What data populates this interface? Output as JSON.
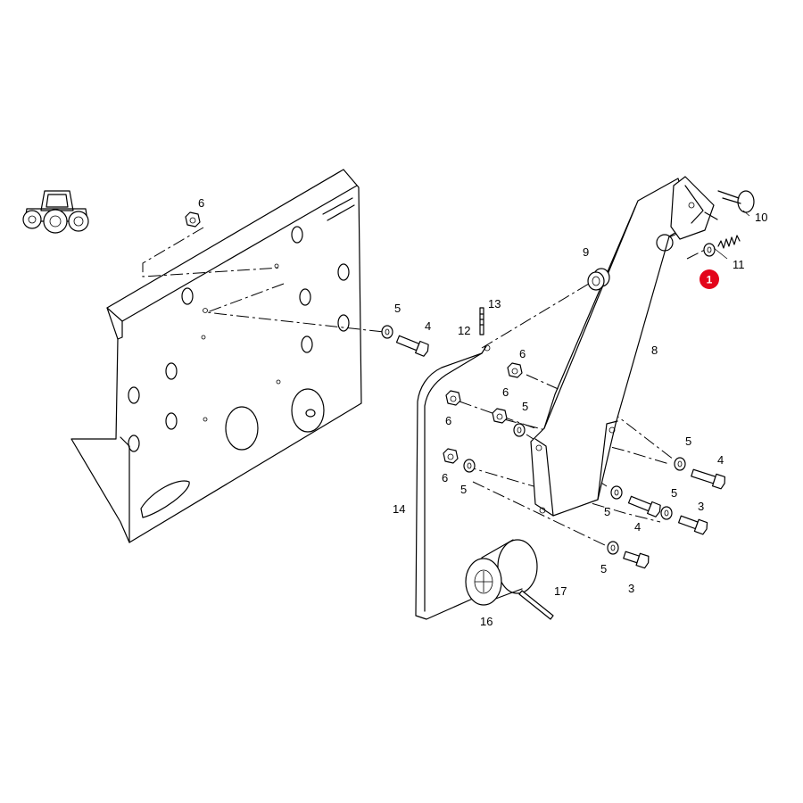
{
  "labels": {
    "l6a": "6",
    "l10": "10",
    "l9": "9",
    "l11": "11",
    "l13": "13",
    "l5a": "5",
    "l4a": "4",
    "l12": "12",
    "l6b": "6",
    "l8": "8",
    "l6c": "6",
    "l5b": "5",
    "l6d": "6",
    "l5c": "5",
    "l4b": "4",
    "l6e": "6",
    "l5d": "5",
    "l5e": "5",
    "l3a": "3",
    "l14": "14",
    "l5f": "5",
    "l4c": "4",
    "l5g": "5",
    "l3b": "3",
    "l17": "17",
    "l16": "16"
  },
  "badge": {
    "number": "1",
    "color": "#e3051b"
  },
  "icons": {
    "vehicle": "tractor-icon"
  }
}
